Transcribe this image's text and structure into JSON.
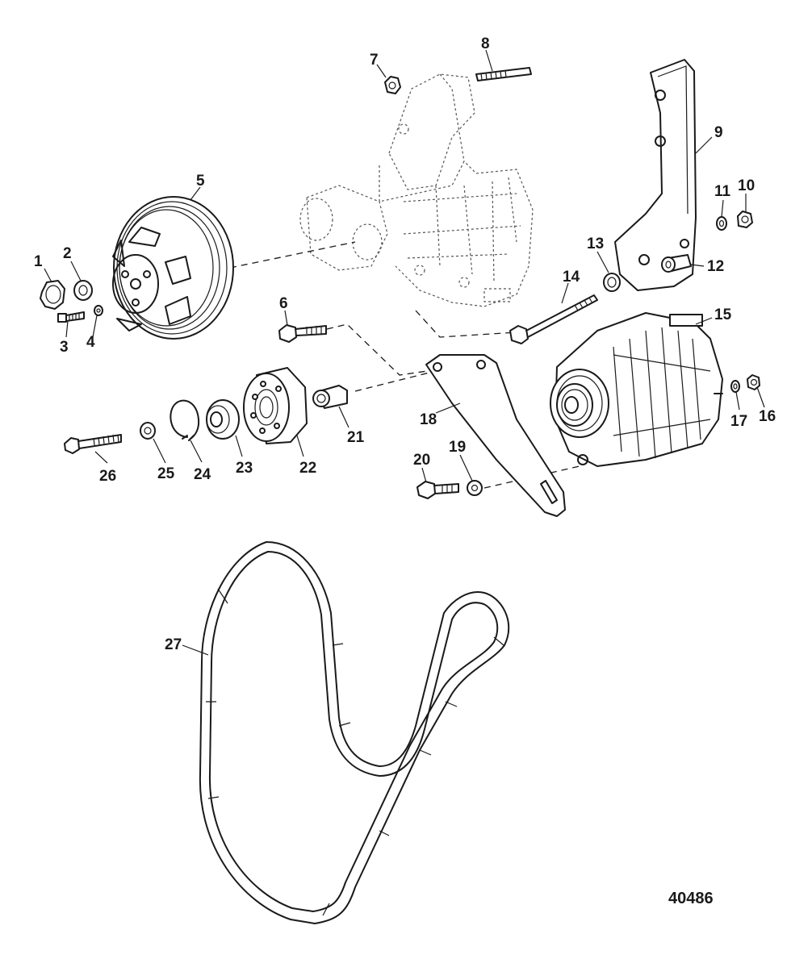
{
  "figure": {
    "number": "40486",
    "callouts": [
      "1",
      "2",
      "3",
      "4",
      "5",
      "6",
      "7",
      "8",
      "9",
      "10",
      "11",
      "12",
      "13",
      "14",
      "15",
      "16",
      "17",
      "18",
      "19",
      "20",
      "21",
      "22",
      "23",
      "24",
      "25",
      "26",
      "27"
    ]
  },
  "colors": {
    "ink": "#1a1a1a",
    "ghost": "#555555",
    "background": "#ffffff"
  }
}
